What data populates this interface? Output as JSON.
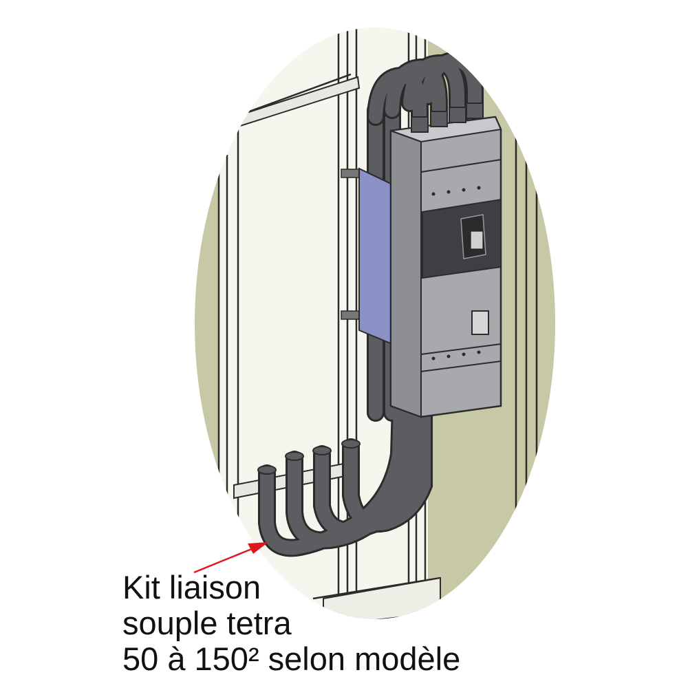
{
  "callout": {
    "lines": [
      "Kit liaison",
      "souple tetra",
      "50 à 150² selon modèle"
    ]
  },
  "colors": {
    "panel_green": "#c6c8a6",
    "cabinet_cream": "#f6f5ee",
    "cable_gray": "#5b5d61",
    "breaker_gray": "#a8a9ad",
    "breaker_dark": "#3e3f42",
    "bracket_blue": "#8a91c6",
    "arrow_red": "#e0161e",
    "outline": "#2b2b2b"
  },
  "icons": {
    "breaker": "circuit-breaker-icon",
    "arrow": "callout-arrow-icon"
  }
}
